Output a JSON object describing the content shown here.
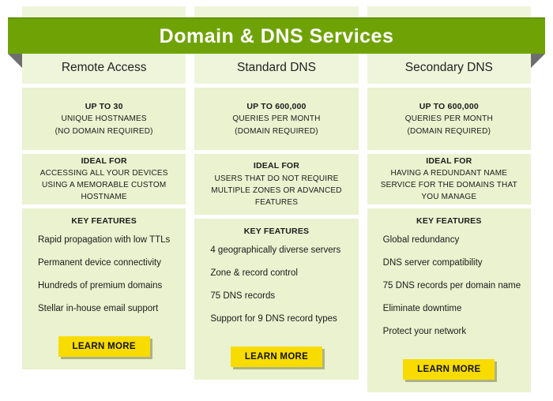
{
  "banner": {
    "title": "Domain & DNS Services"
  },
  "theme": {
    "banner_green": "#6fa305",
    "panel_bg": "#eaf2cf",
    "header_bg": "#eff5db",
    "button_yellow": "#f8dc00",
    "fold_gray": "#6e6e6e",
    "text_color": "#1b1b1b"
  },
  "columns": [
    {
      "title": "Remote Access",
      "stats": [
        "UP TO 30",
        "UNIQUE HOSTNAMES",
        "(NO DOMAIN REQUIRED)"
      ],
      "ideal": {
        "heading": "IDEAL FOR",
        "text": "ACCESSING ALL YOUR DEVICES USING A MEMORABLE CUSTOM HOSTNAME"
      },
      "features": {
        "heading": "KEY FEATURES",
        "items": [
          "Rapid propagation with low TTLs",
          "Permanent device connectivity",
          "Hundreds of premium domains",
          "Stellar in-house email support"
        ]
      },
      "button_label": "LEARN MORE"
    },
    {
      "title": "Standard DNS",
      "stats": [
        "UP TO 600,000",
        "QUERIES PER MONTH",
        "(DOMAIN REQUIRED)"
      ],
      "ideal": {
        "heading": "IDEAL FOR",
        "text": "USERS THAT DO NOT REQUIRE MULTIPLE ZONES OR ADVANCED FEATURES"
      },
      "features": {
        "heading": "KEY FEATURES",
        "items": [
          "4 geographically diverse servers",
          "Zone & record control",
          "75 DNS records",
          "Support for 9 DNS record types"
        ]
      },
      "button_label": "LEARN MORE"
    },
    {
      "title": "Secondary DNS",
      "stats": [
        "UP TO 600,000",
        "QUERIES PER MONTH",
        "(DOMAIN REQUIRED)"
      ],
      "ideal": {
        "heading": "IDEAL FOR",
        "text": "HAVING A REDUNDANT NAME SERVICE FOR THE DOMAINS THAT YOU MANAGE"
      },
      "features": {
        "heading": "KEY FEATURES",
        "items": [
          "Global redundancy",
          "DNS server compatibility",
          "75 DNS records per domain name",
          "Eliminate downtime",
          "Protect your network"
        ]
      },
      "button_label": "LEARN MORE"
    }
  ]
}
